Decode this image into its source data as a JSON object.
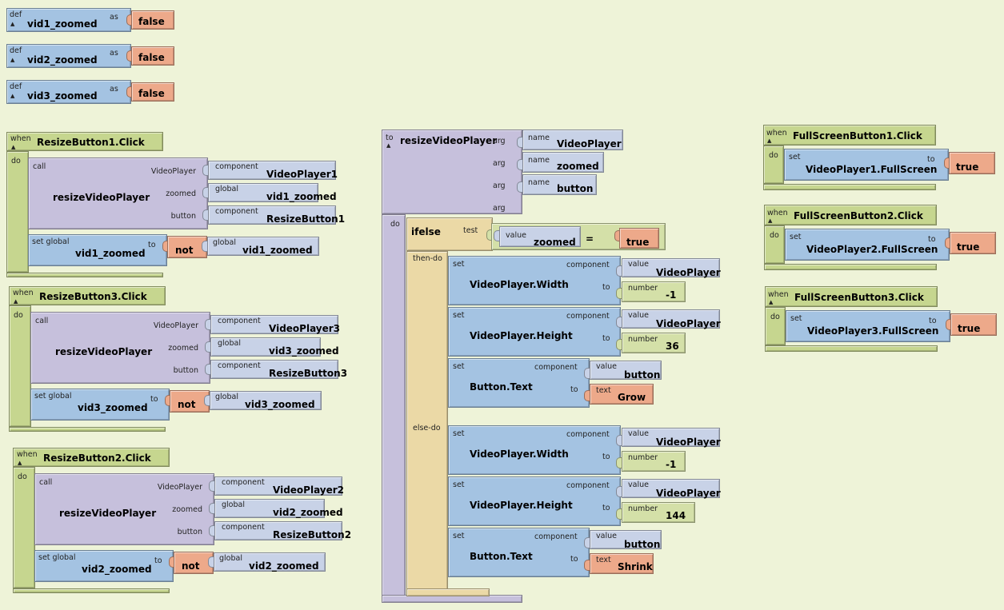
{
  "defs": [
    {
      "keyword": "def",
      "name": "vid1_zoomed",
      "as": "as",
      "value": "false"
    },
    {
      "keyword": "def",
      "name": "vid2_zoomed",
      "as": "as",
      "value": "false"
    },
    {
      "keyword": "def",
      "name": "vid3_zoomed",
      "as": "as",
      "value": "false"
    }
  ],
  "handlers": [
    {
      "when": "when",
      "event": "ResizeButton1.Click",
      "do": "do",
      "call": "call",
      "proc": "resizeVideoPlayer",
      "args": [
        "VideoPlayer",
        "zoomed",
        "button"
      ],
      "socket": [
        {
          "kind": "component",
          "value": "VideoPlayer1"
        },
        {
          "kind": "global",
          "value": "vid1_zoomed"
        },
        {
          "kind": "component",
          "value": "ResizeButton1"
        }
      ],
      "set_label": "set global",
      "set_var": "vid1_zoomed",
      "to": "to",
      "not": "not",
      "not_kind": "global",
      "not_var": "vid1_zoomed"
    },
    {
      "when": "when",
      "event": "ResizeButton3.Click",
      "do": "do",
      "call": "call",
      "proc": "resizeVideoPlayer",
      "args": [
        "VideoPlayer",
        "zoomed",
        "button"
      ],
      "socket": [
        {
          "kind": "component",
          "value": "VideoPlayer3"
        },
        {
          "kind": "global",
          "value": "vid3_zoomed"
        },
        {
          "kind": "component",
          "value": "ResizeButton3"
        }
      ],
      "set_label": "set global",
      "set_var": "vid3_zoomed",
      "to": "to",
      "not": "not",
      "not_kind": "global",
      "not_var": "vid3_zoomed"
    },
    {
      "when": "when",
      "event": "ResizeButton2.Click",
      "do": "do",
      "call": "call",
      "proc": "resizeVideoPlayer",
      "args": [
        "VideoPlayer",
        "zoomed",
        "button"
      ],
      "socket": [
        {
          "kind": "component",
          "value": "VideoPlayer2"
        },
        {
          "kind": "global",
          "value": "vid2_zoomed"
        },
        {
          "kind": "component",
          "value": "ResizeButton2"
        }
      ],
      "set_label": "set global",
      "set_var": "vid2_zoomed",
      "to": "to",
      "not": "not",
      "not_kind": "global",
      "not_var": "vid2_zoomed"
    }
  ],
  "procedure": {
    "to": "to",
    "name": "resizeVideoPlayer",
    "arg": "arg",
    "name_kw": "name",
    "params": [
      "VideoPlayer",
      "zoomed",
      "button"
    ],
    "do": "do",
    "ifelse": "ifelse",
    "test": "test",
    "value_kw": "value",
    "test_var": "zoomed",
    "eq": "=",
    "test_val": "true",
    "then_do": "then-do",
    "else_do": "else-do",
    "set": "set",
    "component_kw": "component",
    "to_kw": "to",
    "number_kw": "number",
    "text_kw": "text",
    "then": [
      {
        "prop": "VideoPlayer.Width",
        "comp": "VideoPlayer",
        "val_kind": "number",
        "val": "-1"
      },
      {
        "prop": "VideoPlayer.Height",
        "comp": "VideoPlayer",
        "val_kind": "number",
        "val": "36"
      },
      {
        "prop": "Button.Text",
        "comp": "button",
        "val_kind": "text",
        "val": "Grow"
      }
    ],
    "else": [
      {
        "prop": "VideoPlayer.Width",
        "comp": "VideoPlayer",
        "val_kind": "number",
        "val": "-1"
      },
      {
        "prop": "VideoPlayer.Height",
        "comp": "VideoPlayer",
        "val_kind": "number",
        "val": "144"
      },
      {
        "prop": "Button.Text",
        "comp": "button",
        "val_kind": "text",
        "val": "Shrink"
      }
    ]
  },
  "fullscreen": [
    {
      "when": "when",
      "event": "FullScreenButton1.Click",
      "do": "do",
      "set": "set",
      "prop": "VideoPlayer1.FullScreen",
      "to": "to",
      "value": "true"
    },
    {
      "when": "when",
      "event": "FullScreenButton2.Click",
      "do": "do",
      "set": "set",
      "prop": "VideoPlayer2.FullScreen",
      "to": "to",
      "value": "true"
    },
    {
      "when": "when",
      "event": "FullScreenButton3.Click",
      "do": "do",
      "set": "set",
      "prop": "VideoPlayer3.FullScreen",
      "to": "to",
      "value": "true"
    }
  ],
  "colors": {
    "blue": "#a4c3e2",
    "green": "#c6d68f",
    "purple": "#c6c0dc",
    "orange": "#eda98a",
    "tan": "#ebd9a6",
    "background": "#eef3d8"
  }
}
